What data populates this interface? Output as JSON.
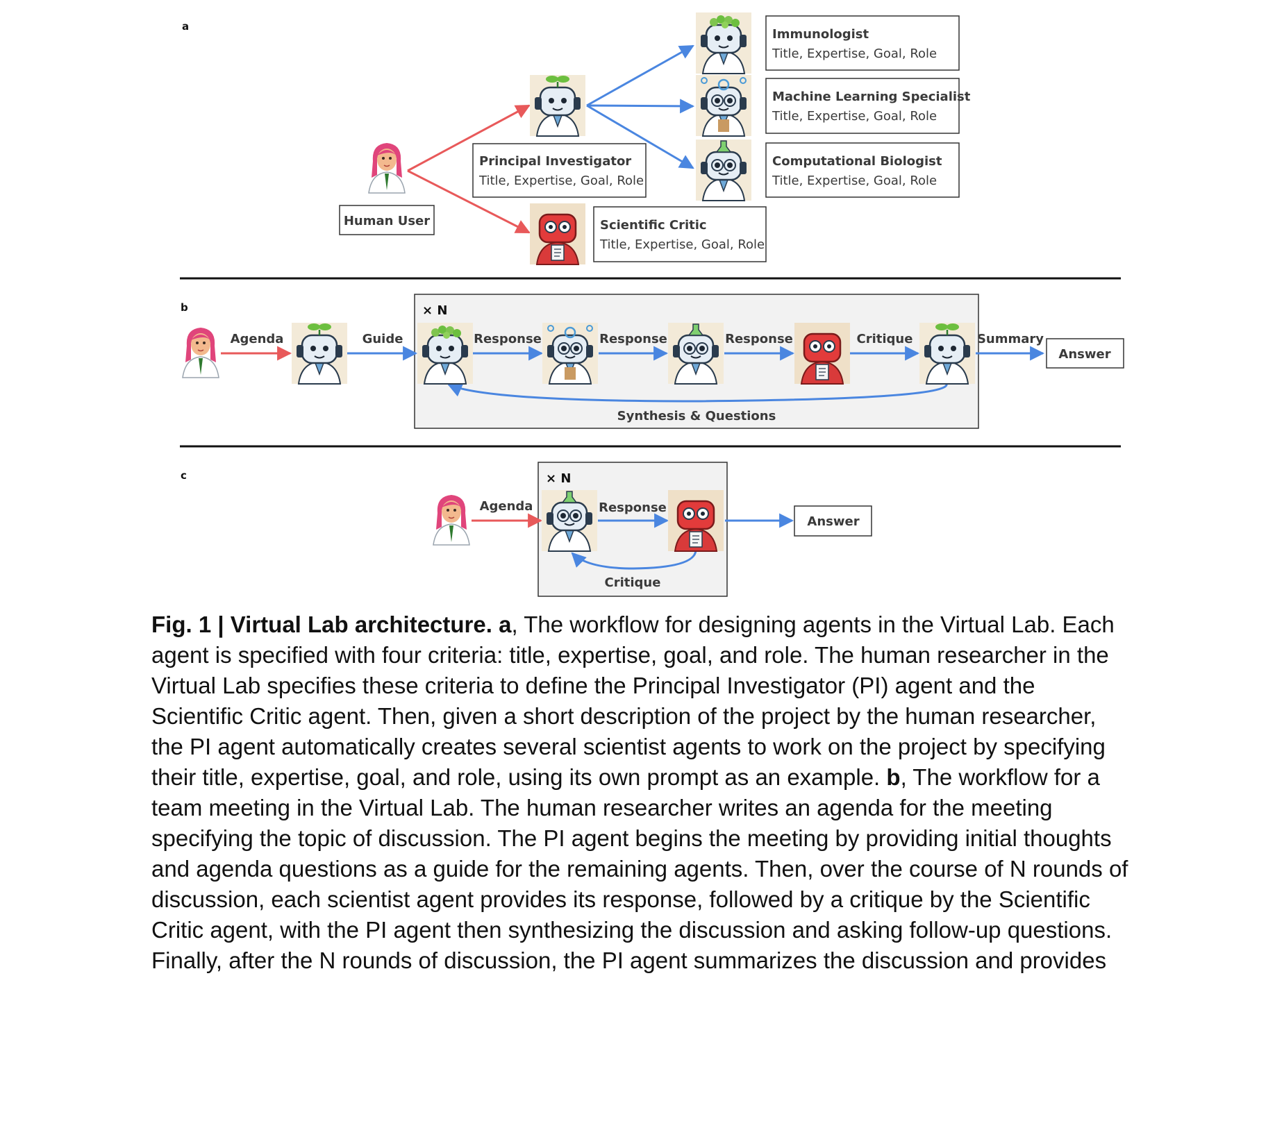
{
  "panel_a": {
    "letter": "a",
    "human_user": "Human User",
    "pi": {
      "title": "Principal Investigator",
      "sub": "Title, Expertise, Goal, Role"
    },
    "critic": {
      "title": "Scientific Critic",
      "sub": "Title, Expertise, Goal, Role"
    },
    "immunologist": {
      "title": "Immunologist",
      "sub": "Title, Expertise, Goal, Role"
    },
    "ml": {
      "title": "Machine Learning Specialist",
      "sub": "Title, Expertise, Goal, Role"
    },
    "compbio": {
      "title": "Computational Biologist",
      "sub": "Title, Expertise, Goal, Role"
    }
  },
  "panel_b": {
    "letter": "b",
    "rounds": "× N",
    "agenda": "Agenda",
    "guide": "Guide",
    "response1": "Response",
    "response2": "Response",
    "response3": "Response",
    "critique": "Critique",
    "summary": "Summary",
    "answer": "Answer",
    "loop": "Synthesis & Questions"
  },
  "panel_c": {
    "letter": "c",
    "rounds": "× N",
    "agenda": "Agenda",
    "response": "Response",
    "critique": "Critique",
    "answer": "Answer"
  },
  "caption": {
    "fig_label": "Fig. 1 | Virtual Lab architecture.",
    "a_label": "a",
    "a_text": ", The workflow for designing agents in the Virtual Lab. Each agent is specified with four criteria: title, expertise, goal, and role. The human researcher in the Virtual Lab specifies these criteria to define the Principal Investigator (PI) agent and the Scientific Critic agent. Then, given a short description of the project by the human researcher, the PI agent automatically creates several scientist agents to work on the project by specifying their title, expertise, goal, and role, using its own prompt as an example.",
    "b_label": "b",
    "b_text": ", The workflow for a team meeting in the Virtual Lab. The human researcher writes an agenda for the meeting specifying the topic of discussion. The PI agent begins the meeting by providing initial thoughts and agenda questions as a guide for the remaining agents. Then, over the course of N rounds of discussion, each scientist agent provides its response, followed by a critique by the Scientific Critic agent, with the PI agent then synthesizing the discussion and asking follow-up questions. Finally, after the N rounds of discussion, the PI agent summarizes the discussion and provides"
  },
  "colors": {
    "human_arrow": "#e8595a",
    "agent_arrow": "#4a86e0",
    "panel_bg": "#f2f2f2"
  }
}
